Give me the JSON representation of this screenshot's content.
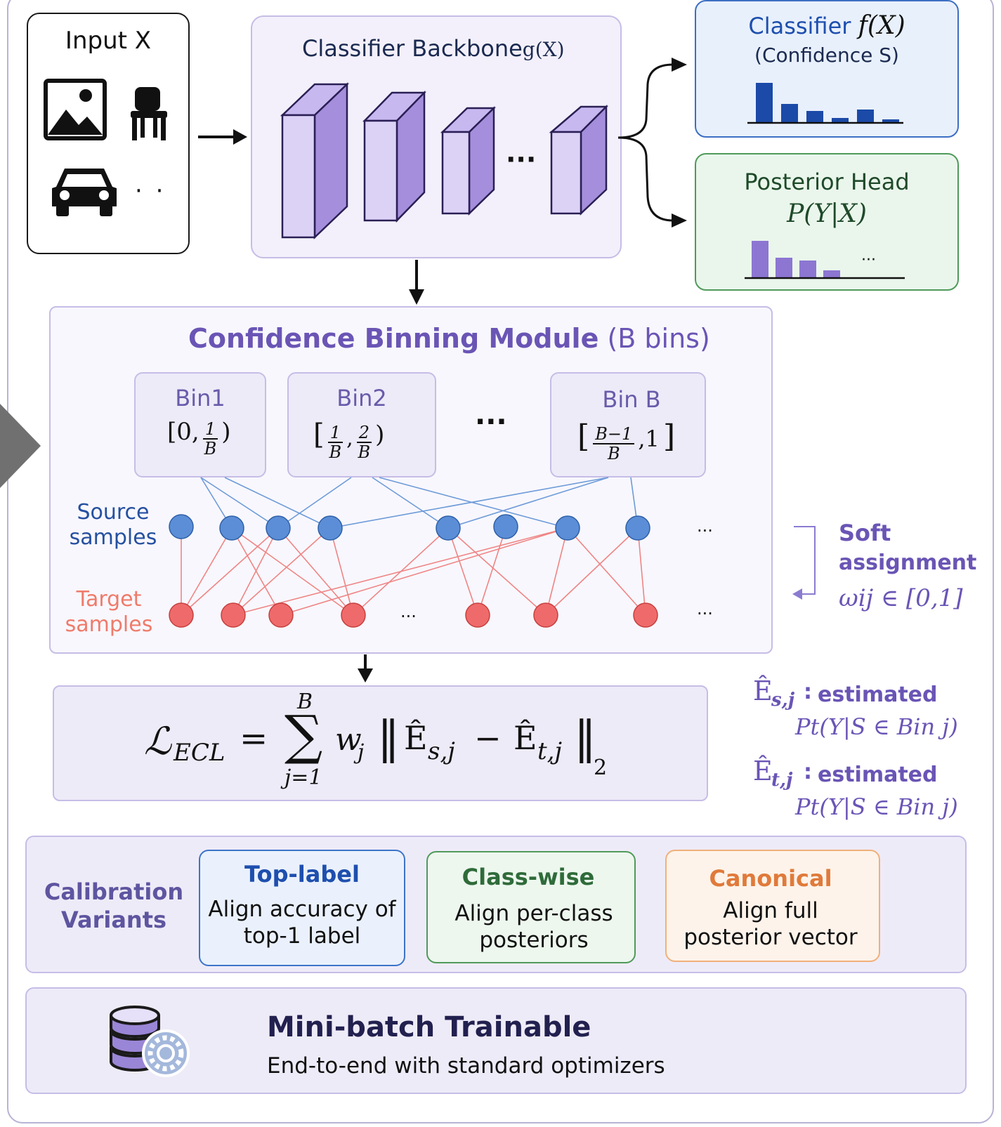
{
  "input": {
    "title": "Input X",
    "ellipsis": "· ·",
    "icons": [
      "image-icon",
      "chair-icon",
      "car-icon"
    ]
  },
  "backbone": {
    "title": "Classifier Backbone",
    "func": "g(X)",
    "ellipsis": "···"
  },
  "classifier_head": {
    "title": "Classifier",
    "func": "f(X)",
    "subtitle": "(Confidence S)",
    "color": "#1e4fae"
  },
  "posterior_head": {
    "title": "Posterior Head",
    "formula": "P(Y|X)",
    "ellipsis": "···",
    "color": "#2f7a3e"
  },
  "binning": {
    "title_bold": "Confidence Binning Module",
    "title_rest": "(B bins)",
    "bins": [
      {
        "label": "Bin1",
        "left": "[0,",
        "num": "1",
        "den": "B",
        "right": ")"
      },
      {
        "label": "Bin2",
        "left": "[",
        "num": "1",
        "den": "B",
        "mid_num": "2",
        "mid_den": "B",
        "right": ")"
      },
      {
        "label": "Bin B",
        "left": "[",
        "num": "B−1",
        "den": "B",
        "tail": ",1",
        "right": "]"
      }
    ],
    "bins_ellipsis": "···",
    "source_label": "Source\nsamples",
    "target_label": "Target\nsamples",
    "row_ellipsis": "···",
    "source_color": "#5b8ed6",
    "target_color": "#ef6b6b"
  },
  "soft_assignment": {
    "line1": "Soft",
    "line2": "assignment",
    "formula": "ωij ∈ [0,1]",
    "color": "#6a55b5"
  },
  "loss": {
    "lhs": "ℒ",
    "lhs_sub": "ECL",
    "equals": "=",
    "sum_top": "B",
    "sum_bottom": "j=1",
    "weight": "w",
    "weight_sub": "j"
  },
  "estimates": [
    {
      "symbol": "Ê",
      "sub": "s,j",
      "text": "estimated",
      "formula": "Pt(Y|S ∈ Bin j)"
    },
    {
      "symbol": "Ê",
      "sub": "t,j",
      "text": "estimated",
      "formula": "Pt(Y|S ∈ Bin j)"
    }
  ],
  "variants": {
    "label": "Calibration\nVariants",
    "items": [
      {
        "title": "Top-label",
        "desc": "Align accuracy of\ntop-1 label",
        "color": "#1e4fae",
        "bg": "#eaf1fc",
        "border": "#3c74c9"
      },
      {
        "title": "Class-wise",
        "desc": "Align per-class\nposteriors",
        "color": "#2f6b3a",
        "bg": "#edf7ee",
        "border": "#4f9a5a"
      },
      {
        "title": "Canonical",
        "desc": "Align full\nposterior vector",
        "color": "#e07a3a",
        "bg": "#fdf3ea",
        "border": "#f0b07a"
      }
    ]
  },
  "trainable": {
    "title": "Mini-batch Trainable",
    "subtitle": "End-to-end with standard optimizers"
  }
}
